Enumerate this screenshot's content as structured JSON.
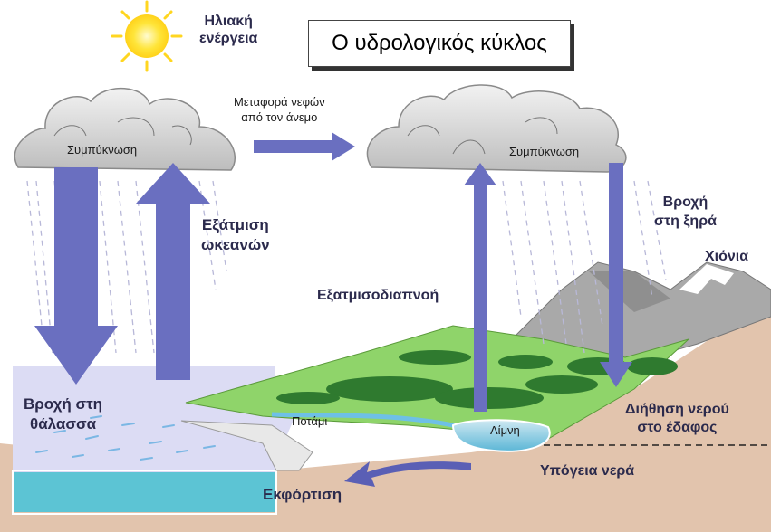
{
  "title": "Ο υδρολογικός κύκλος",
  "labels": {
    "solar_energy_line1": "Ηλιακή",
    "solar_energy_line2": "ενέργεια",
    "condensation_left": "Συμπύκνωση",
    "condensation_right": "Συμπύκνωση",
    "wind_transport_line1": "Μεταφορά νεφών",
    "wind_transport_line2": "από τον άνεμο",
    "ocean_evaporation_line1": "Εξάτμιση",
    "ocean_evaporation_line2": "ωκεανών",
    "evapotranspiration": "Εξατμισοδιαπνοή",
    "rain_on_land_line1": "Βροχή",
    "rain_on_land_line2": "στη ξηρά",
    "snow": "Χιόνια",
    "rain_on_sea_line1": "Βροχή στη",
    "rain_on_sea_line2": "θάλασσα",
    "river": "Ποτάμι",
    "lake": "Λίμνη",
    "infiltration_line1": "Διήθηση νερού",
    "infiltration_line2": "στο έδαφος",
    "groundwater": "Υπόγεια νερά",
    "discharge": "Εκφόρτιση"
  },
  "colors": {
    "arrow": "#6a6fc0",
    "sea": "#d6d7f2",
    "deep_water": "#5cc4d4",
    "ground": "#e2c4ad",
    "land": "#8fcf6a",
    "forest": "#2f7a2f",
    "mountain": "#a8a8a8",
    "cloud": "#cfcfcf",
    "sun": "#ffe23a"
  }
}
